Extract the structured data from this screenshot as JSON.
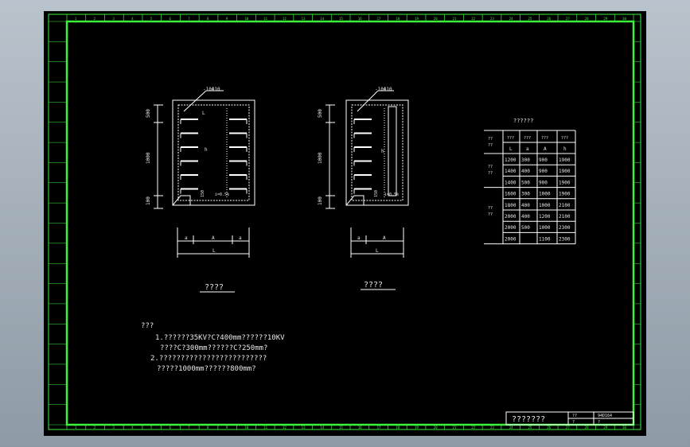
{
  "drawing": {
    "left_view_title": "????",
    "right_view_title": "????",
    "left_callout": "-10Φ10",
    "right_callout": "-10Φ10",
    "left_dims": [
      "500",
      "1000",
      "100"
    ],
    "right_dims": [
      "500",
      "1000",
      "100"
    ],
    "left_bottom_dims": [
      "a",
      "A",
      "a",
      "L"
    ],
    "right_bottom_dims": [
      "a",
      "A",
      "L"
    ],
    "inner_labels": [
      "L",
      "h",
      "150",
      "i=0.5%"
    ]
  },
  "table": {
    "title": "??????",
    "header_row1": [
      "??\n??",
      "???",
      "???",
      "???",
      "???"
    ],
    "header_row2": [
      "L",
      "a",
      "A",
      "h"
    ],
    "group_labels": [
      "??\n??",
      "??\n??"
    ],
    "rows": [
      [
        "1200",
        "300",
        "900",
        "1900"
      ],
      [
        "1400",
        "400",
        "900",
        "1900"
      ],
      [
        "1400",
        "500",
        "900",
        "1900"
      ],
      [
        "1600",
        "300",
        "1000",
        "1900"
      ],
      [
        "1800",
        "400",
        "1000",
        "2100"
      ],
      [
        "2000",
        "400",
        "1200",
        "2100"
      ],
      [
        "2000",
        "500",
        "1000",
        "2300"
      ],
      [
        "2000",
        "",
        "1100",
        "2300"
      ]
    ]
  },
  "notes": {
    "heading": "???",
    "line1": "1.??????35KV?C?400mm??????10KV",
    "line2": "????C?300mm??????C?250mm?",
    "line3": "2.?????????????????????????",
    "line4": "?????1000mm??????800mm?"
  },
  "title_block": {
    "name": "???????",
    "cell1": "??",
    "cell2": "94D164",
    "cell3": "?",
    "cell4": "?"
  },
  "border_ticks": [
    "1",
    "2",
    "3",
    "4",
    "5",
    "6",
    "7",
    "8",
    "9",
    "10",
    "11",
    "12",
    "13",
    "14",
    "15",
    "16",
    "17",
    "18",
    "19",
    "20",
    "21",
    "22",
    "23",
    "24",
    "25",
    "26",
    "27",
    "28",
    "29",
    "30"
  ],
  "colors": {
    "frame": "#3cf03c",
    "line": "#ffffff",
    "background": "#000000"
  }
}
